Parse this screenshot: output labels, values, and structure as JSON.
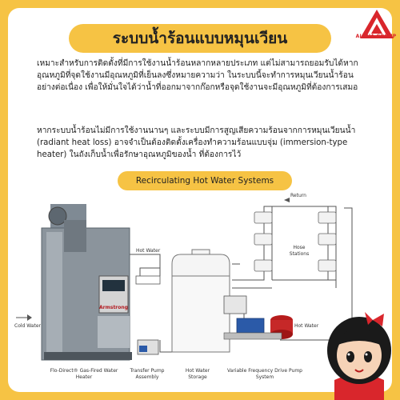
{
  "brand": {
    "name": "ALPHA GROUP",
    "accent": "#d9262c",
    "theme_yellow": "#f6c344"
  },
  "title": "ระบบน้ำร้อนแบบหมุนเวียน",
  "paragraphs": [
    "เหมาะสำหรับการติดตั้งที่มีการใช้งานน้ำร้อนหลากหลายประเภท แต่ไม่สามารถยอมรับได้หากอุณหภูมิที่จุดใช้งานมีอุณหภูมิที่เย็นลงซึ่งหมายความว่า ในระบบนี้จะทำการหมุนเวียนน้ำร้อนอย่างต่อเนื่อง เพื่อให้มั่นใจได้ว่าน้ำที่ออกมาจากก๊อกหรือจุดใช้งานจะมีอุณหภูมิที่ต้องการเสมอ",
    "หากระบบน้ำร้อนไม่มีการใช้งานนานๆ และระบบมีการสูญเสียความร้อนจากการหมุนเวียนน้ำ (radiant heat loss) อาจจำเป็นต้องติดตั้งเครื่องทำความร้อนแบบจุ่ม (immersion-type heater) ในถังเก็บน้ำเพื่อรักษาอุณหภูมิของน้ำ ที่ต้องการไว้"
  ],
  "subtitle": "Recirculating Hot Water Systems",
  "diagram": {
    "heater_badge": "Armstrong",
    "labels": {
      "return": "Return",
      "hose_stations": "Hose Stations",
      "hot_water_top": "Hot Water",
      "hot_water_right": "Hot Water",
      "cold_water": "Cold Water",
      "heater": "Flo-Direct® Gas-Fired Water Heater",
      "pump": "Transfer Pump Assembly",
      "storage": "Hot Water Storage",
      "vfd": "Variable Frequency Drive Pump System"
    }
  }
}
